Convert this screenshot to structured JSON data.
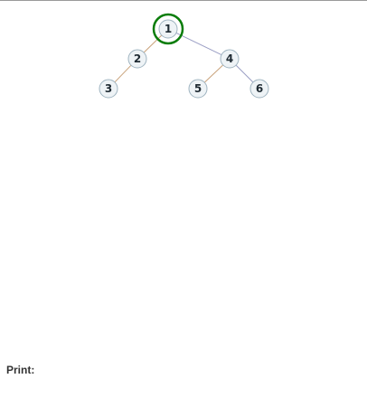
{
  "tree": {
    "nodes": [
      {
        "id": "1",
        "label": "1"
      },
      {
        "id": "2",
        "label": "2"
      },
      {
        "id": "3",
        "label": "3"
      },
      {
        "id": "4",
        "label": "4"
      },
      {
        "id": "5",
        "label": "5"
      },
      {
        "id": "6",
        "label": "6"
      }
    ],
    "edges": [
      {
        "from": "1",
        "to": "2"
      },
      {
        "from": "1",
        "to": "4"
      },
      {
        "from": "2",
        "to": "3"
      },
      {
        "from": "4",
        "to": "5"
      },
      {
        "from": "4",
        "to": "6"
      }
    ],
    "highlighted": "1",
    "colors": {
      "edge_left": "#c9a27a",
      "edge_right": "#9a9ec4",
      "highlight": "#0a7d0a"
    }
  },
  "print": {
    "label": "Print:",
    "output": ""
  }
}
